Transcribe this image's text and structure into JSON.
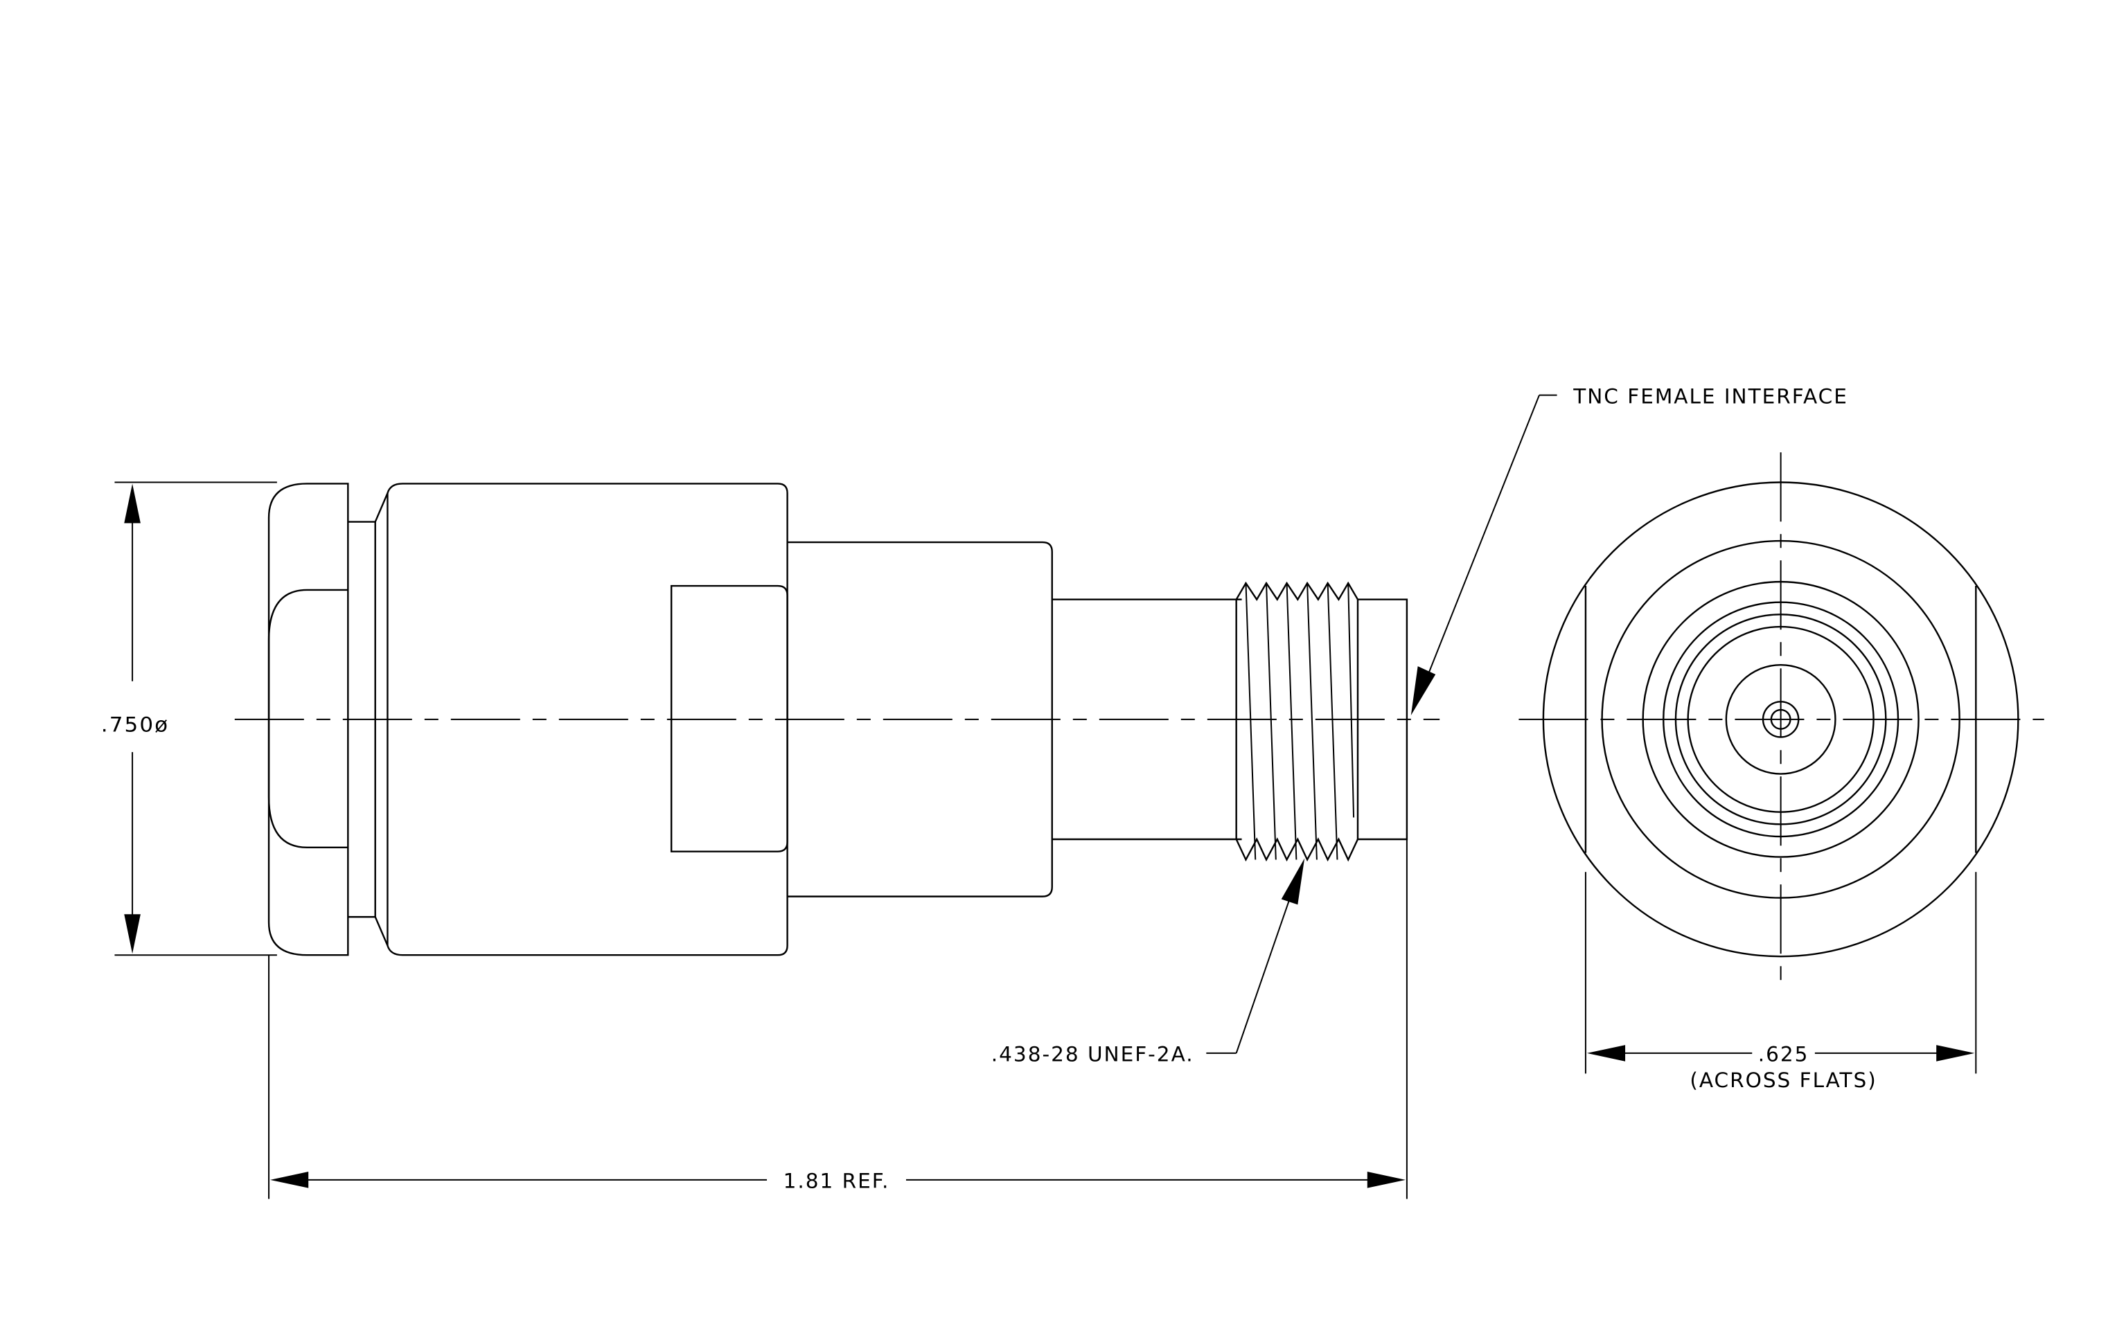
{
  "drawing": {
    "dimensions": {
      "diameter": ".750ø",
      "overall_length": "1.81 REF.",
      "across_flats_value": ".625",
      "across_flats_note": "(ACROSS FLATS)"
    },
    "callouts": {
      "interface": "TNC FEMALE INTERFACE",
      "thread": ".438-28 UNEF-2A."
    },
    "colors": {
      "line": "#000000",
      "background": "#ffffff"
    }
  }
}
